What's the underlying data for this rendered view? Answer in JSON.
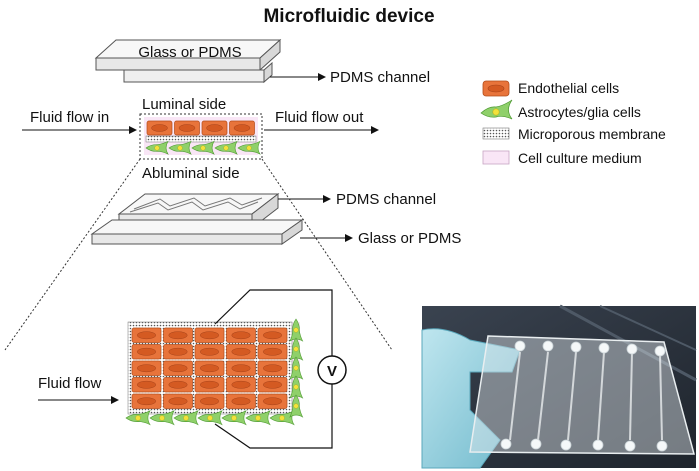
{
  "title": "Microfluidic device",
  "labels": {
    "top_slab": "Glass or PDMS",
    "top_channel": "PDMS channel",
    "flow_in": "Fluid flow in",
    "flow_out": "Fluid flow out",
    "luminal": "Luminal side",
    "abluminal": "Abluminal side",
    "bottom_channel": "PDMS channel",
    "bottom_slab": "Glass or PDMS",
    "fluid_flow": "Fluid flow",
    "voltmeter": "V"
  },
  "legend": [
    {
      "key": "endothelial",
      "label": "Endothelial cells"
    },
    {
      "key": "astrocyte",
      "label": "Astrocytes/glia cells"
    },
    {
      "key": "membrane",
      "label": "Microporous membrane"
    },
    {
      "key": "medium",
      "label": "Cell culture medium"
    }
  ],
  "colors": {
    "endothelial": "#e8743b",
    "endothelial_nucleus": "#d45a22",
    "astrocyte": "#8fd06a",
    "astrocyte_nucleus": "#f2e23a",
    "membrane": "#9a9a9a",
    "medium": "#f9e6f6",
    "slab_face": "#f3f3f3",
    "slab_edge": "#d0d0d0"
  }
}
